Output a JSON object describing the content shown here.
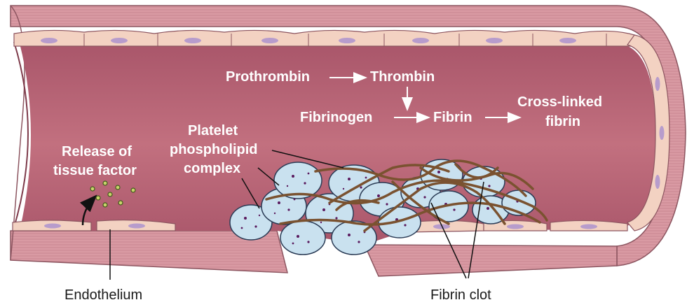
{
  "labels": {
    "prothrombin": "Prothrombin",
    "thrombin": "Thrombin",
    "fibrinogen": "Fibrinogen",
    "fibrin": "Fibrin",
    "crosslinked_line1": "Cross-linked",
    "crosslinked_line2": "fibrin",
    "platelet_line1": "Platelet",
    "platelet_line2": "phospholipid",
    "platelet_line3": "complex",
    "release_line1": "Release of",
    "release_line2": "tissue factor",
    "endothelium": "Endothelium",
    "fibrin_clot": "Fibrin clot"
  },
  "colors": {
    "vessel_wall": "#d79aa2",
    "lumen": "#b45f6f",
    "endothelial_cell": "#f3d2c2",
    "nucleus": "#b79ccc",
    "platelet": "#c9e1ef",
    "platelet_dots": "#5a1a5e",
    "fibrin_strand": "#7a5230",
    "tissue_factor_dot": "#6f8a2c"
  }
}
